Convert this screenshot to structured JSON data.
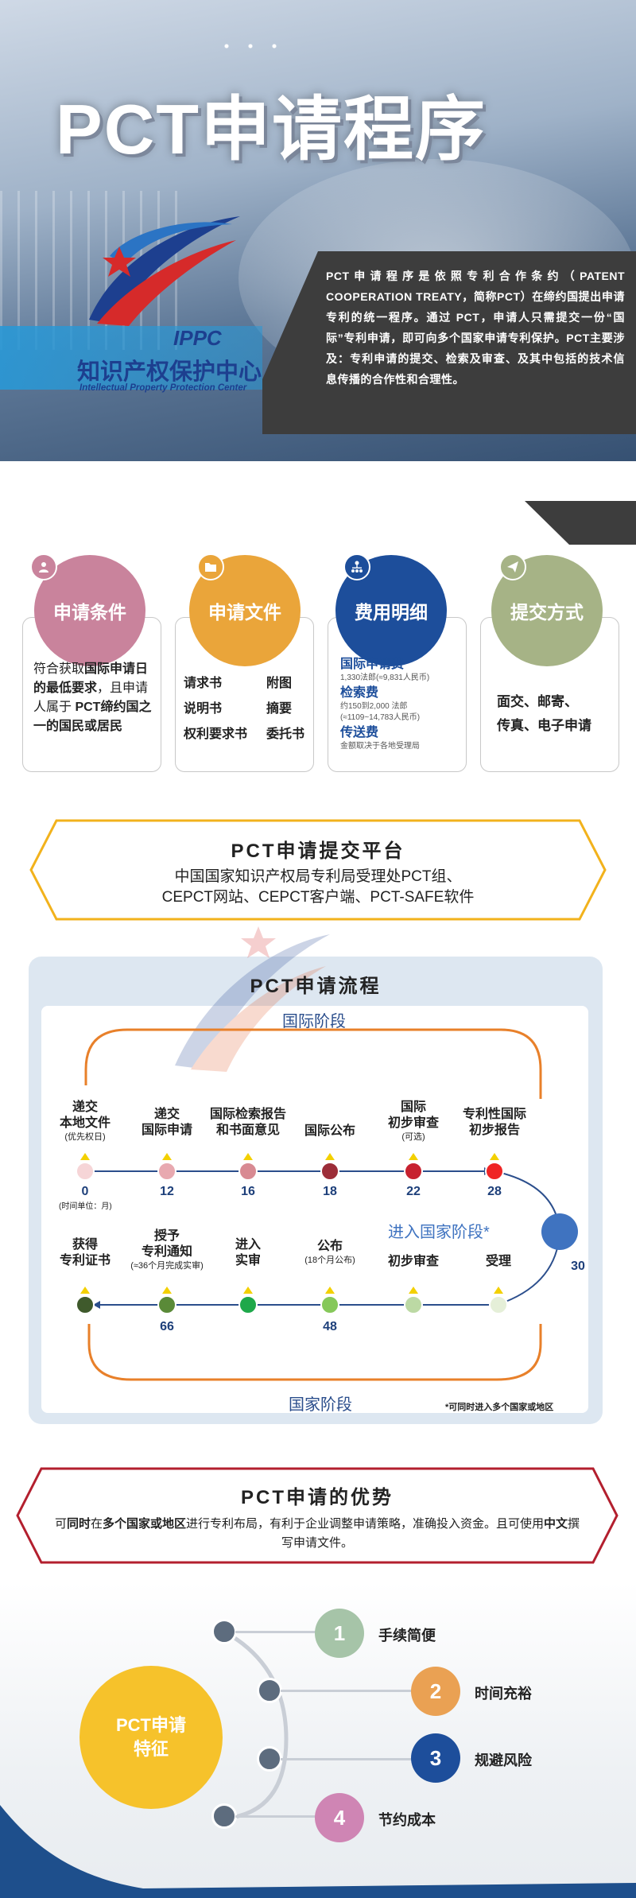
{
  "hero": {
    "title": "PCT申请程序",
    "logo_abbr": "IPPC",
    "logo_cn": "知识产权保护中心",
    "logo_en": "Intellectual Property Protection Center",
    "intro": "PCT申请程序是依照专利合作条约（PATENT COOPERATION TREATY，简称PCT）在缔约国提出申请专利的统一程序。通过 PCT，申请人只需提交一份“国际”专利申请，即可向多个国家申请专利保护。PCT主要涉及：专利申请的提交、检索及审查、及其中包括的技术信息传播的合作性和合理性。"
  },
  "cards": {
    "conditions": {
      "title": "申请条件",
      "icon": "user-icon",
      "color": "#c9839c",
      "text_parts": [
        "符合获取",
        "国际申请日的最低要求",
        "，且申请人属于 ",
        "PCT缔约国之一的国民或居民"
      ]
    },
    "documents": {
      "title": "申请文件",
      "icon": "folder-icon",
      "color": "#eaa53a",
      "items": [
        "请求书",
        "附图",
        "说明书",
        "摘要",
        "权利要求书",
        "委托书"
      ]
    },
    "fees": {
      "title": "费用明细",
      "icon": "org-chart-icon",
      "color": "#1d4e9b",
      "items": [
        {
          "name": "国际申请费",
          "detail": "1,330法郎(≈9,831人民币)"
        },
        {
          "name": "检索费",
          "detail": "约150到2,000 法郎\n(≈1109~14,783人民币)"
        },
        {
          "name": "传送费",
          "detail": "金额取决于各地受理局"
        }
      ]
    },
    "submit": {
      "title": "提交方式",
      "icon": "paper-plane-icon",
      "color": "#a6b386",
      "lines": [
        "面交、邮寄、",
        "传真、电子申请"
      ]
    }
  },
  "platform": {
    "title": "PCT申请提交平台",
    "line1": "中国国家知识产权局专利局受理处PCT组、",
    "line2": "CEPCT网站、CEPCT客户端、PCT-SAFE软件"
  },
  "process": {
    "title": "PCT申请流程",
    "intl_phase": "国际阶段",
    "national_phase": "国家阶段",
    "enter_national": "进入国家阶段*",
    "month_unit": "(时间单位：月)",
    "footnote": "*可同时进入多个国家或地区",
    "top_steps": [
      {
        "label": "递交\n本地文件",
        "sub": "(优先权日)",
        "month": "0",
        "color": "#f6d5d7"
      },
      {
        "label": "递交\n国际申请",
        "sub": "",
        "month": "12",
        "color": "#e8a9b0"
      },
      {
        "label": "国际检索报告\n和书面意见",
        "sub": "",
        "month": "16",
        "color": "#d88a92"
      },
      {
        "label": "国际公布",
        "sub": "",
        "month": "18",
        "color": "#9c2d38"
      },
      {
        "label": "国际\n初步审查",
        "sub": "(可选)",
        "month": "22",
        "color": "#c7212f"
      },
      {
        "label": "专利性国际\n初步报告",
        "sub": "",
        "month": "28",
        "color": "#ef2424"
      }
    ],
    "turn_month": "30",
    "bottom_steps": [
      {
        "label": "获得\n专利证书",
        "sub": "",
        "month": "",
        "color": "#3f5a2c"
      },
      {
        "label": "授予\n专利通知",
        "sub": "(≈36个月完成实审)",
        "month": "66",
        "color": "#5a8a38"
      },
      {
        "label": "进入\n实审",
        "sub": "",
        "month": "",
        "color": "#1ea84a"
      },
      {
        "label": "公布",
        "sub": "(18个月公布)",
        "month": "48",
        "color": "#86c85a"
      },
      {
        "label": "初步审查",
        "sub": "",
        "month": "",
        "color": "#bcd9a4"
      },
      {
        "label": "受理",
        "sub": "",
        "month": "",
        "color": "#e5efd8"
      }
    ]
  },
  "advantage": {
    "title": "PCT申请的优势",
    "parts": [
      "可",
      "同时",
      "在",
      "多个国家或地区",
      "进行专利布局，有利于企业调整申请策略，准确投入资金。且可使用",
      "中文",
      "撰写申请文件。"
    ]
  },
  "features": {
    "center_line1": "PCT申请",
    "center_line2": "特征",
    "items": [
      {
        "num": "1",
        "label": "手续简便",
        "color": "#a6c4a8"
      },
      {
        "num": "2",
        "label": "时间充裕",
        "color": "#eaa153"
      },
      {
        "num": "3",
        "label": "规避风险",
        "color": "#1d4e9b"
      },
      {
        "num": "4",
        "label": "节约成本",
        "color": "#cf85b4"
      }
    ]
  },
  "colors": {
    "orange_arc": "#e8802a",
    "blue_arc": "#2b4e8c",
    "platform_border": "#f2b21c",
    "advantage_border": "#b31f2e"
  }
}
